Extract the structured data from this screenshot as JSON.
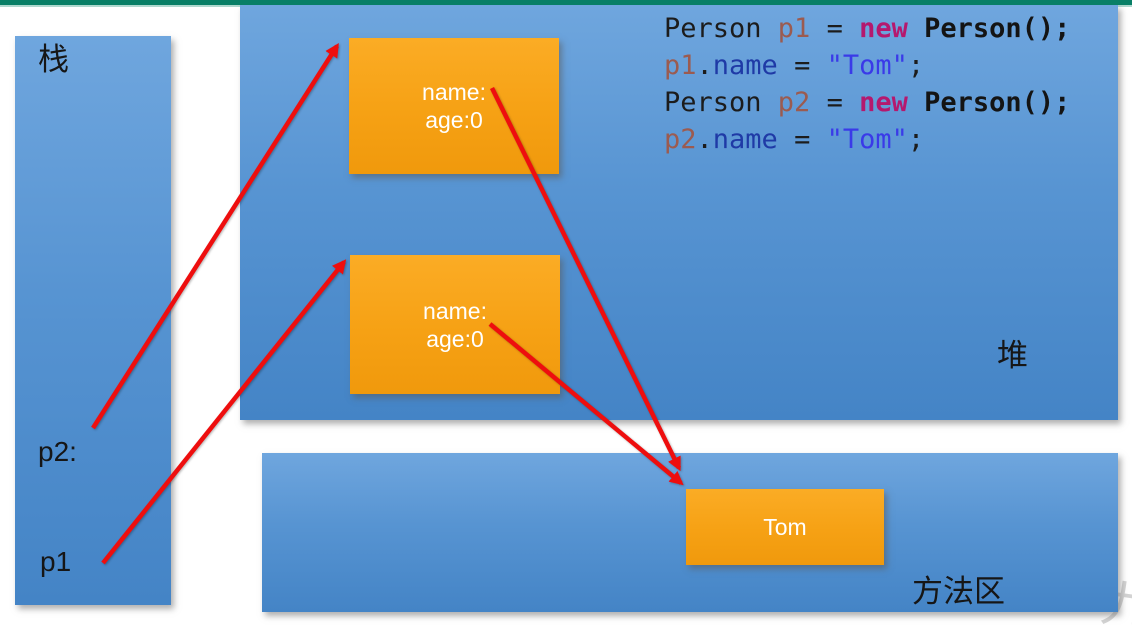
{
  "labels": {
    "stack": "栈",
    "heap": "堆",
    "method_area": "方法区",
    "p2": "p2:",
    "p1": "p1"
  },
  "objects": {
    "object1": {
      "name_field": "name:",
      "age_field": "age:0"
    },
    "object2": {
      "name_field": "name:",
      "age_field": "age:0"
    },
    "tom_string": "Tom"
  },
  "code": {
    "lines": [
      [
        {
          "t": "Person ",
          "c": "plain"
        },
        {
          "t": "p1",
          "c": "var"
        },
        {
          "t": " = ",
          "c": "plain"
        },
        {
          "t": "new",
          "c": "kw"
        },
        {
          "t": " ",
          "c": "plain"
        },
        {
          "t": "Person();",
          "c": "bold"
        }
      ],
      [
        {
          "t": "p1",
          "c": "var"
        },
        {
          "t": ".",
          "c": "plain"
        },
        {
          "t": "name",
          "c": "member"
        },
        {
          "t": " = ",
          "c": "plain"
        },
        {
          "t": "\"Tom\"",
          "c": "string"
        },
        {
          "t": ";",
          "c": "plain"
        }
      ],
      [
        {
          "t": "Person ",
          "c": "plain"
        },
        {
          "t": "p2",
          "c": "var"
        },
        {
          "t": " = ",
          "c": "plain"
        },
        {
          "t": "new",
          "c": "kw"
        },
        {
          "t": " ",
          "c": "plain"
        },
        {
          "t": "Person();",
          "c": "bold"
        }
      ],
      [
        {
          "t": "p2",
          "c": "var"
        },
        {
          "t": ".",
          "c": "plain"
        },
        {
          "t": "name",
          "c": "member"
        },
        {
          "t": " = ",
          "c": "plain"
        },
        {
          "t": "\"Tom\"",
          "c": "string"
        },
        {
          "t": ";",
          "c": "plain"
        }
      ]
    ]
  },
  "decor": {
    "watermark_glyph": "九"
  },
  "colors": {
    "green_bar": "#087f66",
    "green_bar_light": "#aed8ce",
    "region_blue_top": "#6fa6de",
    "region_blue_bottom": "#4484c6",
    "object_orange": "#f6a114",
    "arrow_red": "#ee0e0e",
    "code_plain": "#1c1c1c",
    "code_variable": "#9b5b50",
    "code_keyword": "#b5186e",
    "code_member": "#1f3aa6",
    "code_string": "#3a3ae8",
    "box_text_white": "#ffffff"
  }
}
